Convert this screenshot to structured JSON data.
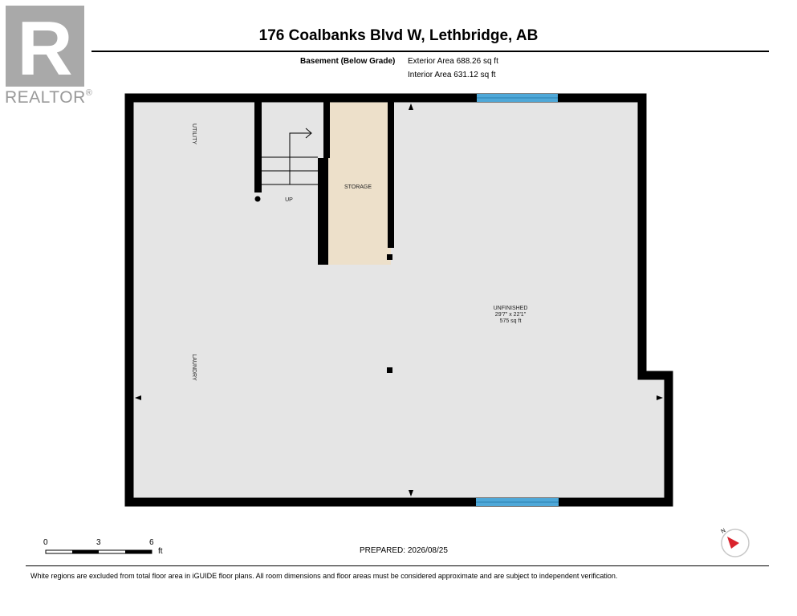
{
  "brand": {
    "logo_letter": "R",
    "name": "REALTOR",
    "reg_mark": "®"
  },
  "header": {
    "title": "176 Coalbanks Blvd W, Lethbridge, AB",
    "level": "Basement (Below Grade)",
    "exterior_area": "Exterior Area 688.26 sq ft",
    "interior_area": "Interior Area 631.12 sq ft"
  },
  "rooms": {
    "utility": "UTILITY",
    "up": "UP",
    "storage": "STORAGE",
    "laundry": "LAUNDRY",
    "unfinished_name": "UNFINISHED",
    "unfinished_dims": "29'7\" x 22'1\"",
    "unfinished_area": "575 sq ft"
  },
  "scale": {
    "labels": [
      "0",
      "3",
      "6"
    ],
    "unit": "ft"
  },
  "prepared": "PREPARED: 2026/08/25",
  "footer": "White regions are excluded from total floor area in iGUIDE floor plans. All room dimensions and floor areas must be considered approximate and are subject to independent verification.",
  "compass": {
    "label": "N",
    "needle_color": "#d9232d"
  },
  "colors": {
    "floor": "#e5e5e5",
    "storage": "#ede0ca",
    "wall": "#000000",
    "window": "#4fa8d8"
  }
}
